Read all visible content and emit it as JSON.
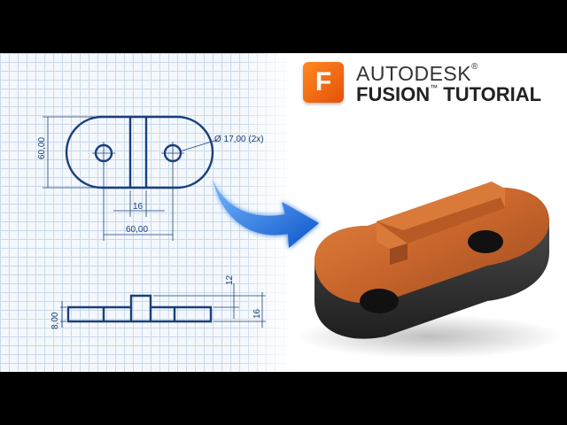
{
  "brand": {
    "logo_letter": "F",
    "company": "AUTODESK",
    "registered_mark": "®",
    "product": "FUSION",
    "trademark": "™",
    "subtitle": "TUTORIAL",
    "accent_color": "#f26a12"
  },
  "drawing": {
    "dim_height": "60,00",
    "dim_slot": "16",
    "dim_length": "60,00",
    "dim_hole": "Ø 17,00 (2x)",
    "dim_step": "12",
    "dim_total": "16",
    "dim_thickness": "8,00",
    "line_color": "#1a3f7a"
  },
  "arrow": {
    "icon": "curved-arrow-icon",
    "color": "#1e6fe0"
  },
  "model": {
    "icon": "3d-part-render",
    "color": "#c8652c"
  }
}
